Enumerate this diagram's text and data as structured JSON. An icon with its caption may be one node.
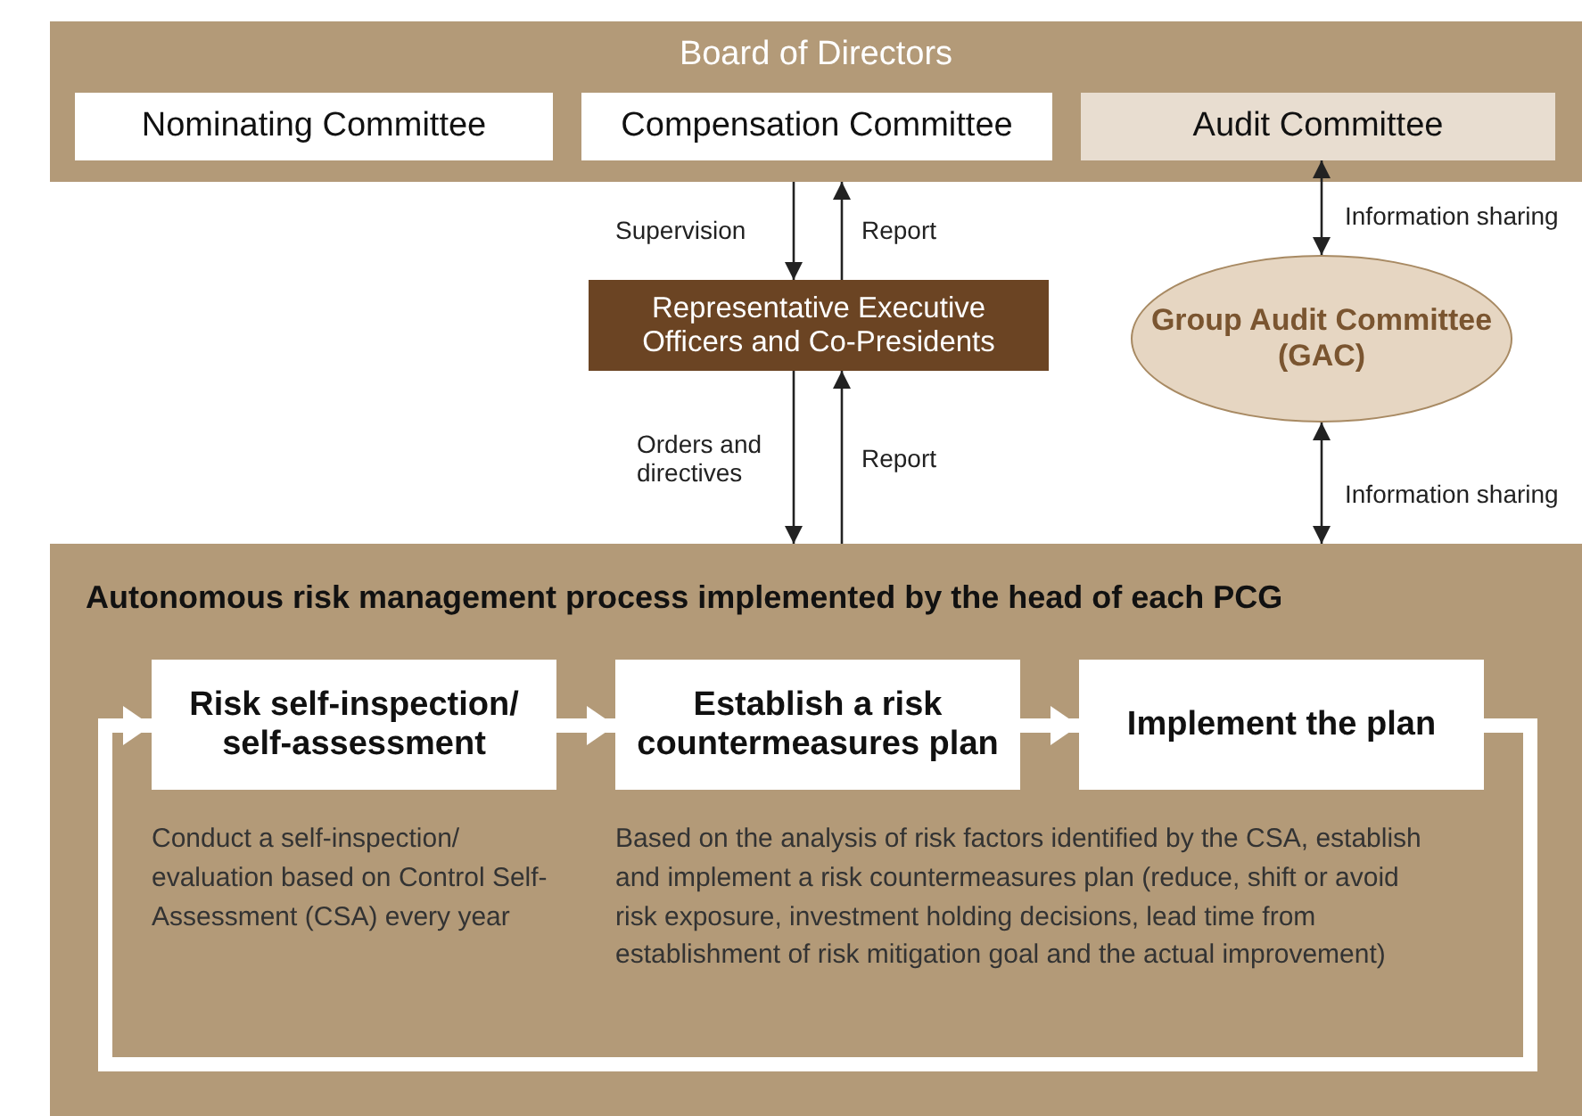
{
  "diagram": {
    "nodes": [
      {
        "text": [
          "Board of Directors"
        ]
      },
      {
        "text": [
          "Nominating Committee"
        ],
        "in": 0
      },
      {
        "text": [
          "Compensation Committee"
        ],
        "in": 0
      },
      {
        "text": [
          "Audit Committee"
        ],
        "in": 0
      },
      {
        "text": [
          "Representative Executive Officers and Co-Presidents"
        ]
      },
      {
        "text": [
          "Group Audit Committee (GAC)"
        ]
      },
      {
        "text": [
          "Autonomous risk management process implemented by the head of each PCG"
        ]
      },
      {
        "text": [
          "Risk self-inspection/ self-assessment"
        ],
        "in": 6,
        "beside": [
          "Conduct a self-inspection/ evaluation based on Control Self-Assessment (CSA) every year"
        ]
      },
      {
        "text": [
          "Establish a risk countermeasures plan"
        ],
        "in": 6,
        "beside": [
          "Based on the analysis of risk factors identified by the CSA, establish and implement a risk countermeasures plan (reduce, shift or avoid risk exposure, investment holding decisions, lead time from establishment of risk mitigation goal and the actual improvement)"
        ]
      },
      {
        "text": [
          "Implement the plan"
        ],
        "in": 6
      }
    ],
    "edges": [
      {
        "from": 0,
        "to": 4,
        "arrow": "to",
        "label": "Supervision"
      },
      {
        "from": 4,
        "to": 0,
        "arrow": "to",
        "label": "Report"
      },
      {
        "from": 4,
        "to": 6,
        "arrow": "to",
        "label": "Orders and directives"
      },
      {
        "from": 6,
        "to": 4,
        "arrow": "to",
        "label": "Report"
      },
      {
        "from": 3,
        "to": 5,
        "arrow": "both",
        "label": "Information sharing"
      },
      {
        "from": 5,
        "to": 6,
        "arrow": "both",
        "label": "Information sharing"
      },
      {
        "from": 7,
        "to": 8,
        "arrow": "to",
        "style": "thick",
        "color": "#ffffff"
      },
      {
        "from": 8,
        "to": 9,
        "arrow": "to",
        "style": "thick",
        "color": "#ffffff"
      },
      {
        "from": 9,
        "to": 7,
        "arrow": "to",
        "style": "thick",
        "color": "#ffffff"
      }
    ]
  }
}
